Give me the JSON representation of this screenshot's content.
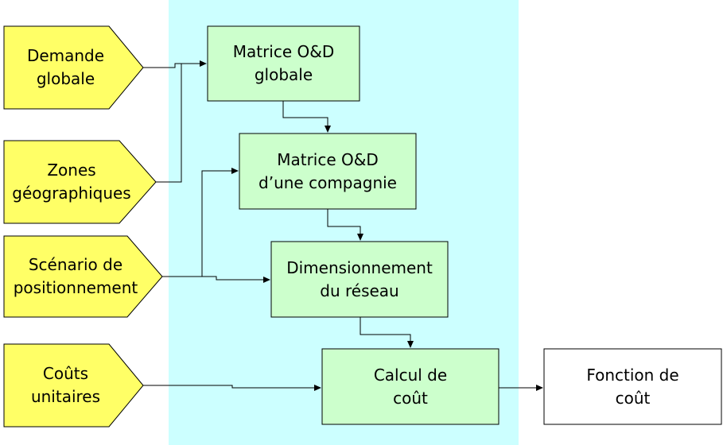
{
  "colors": {
    "band": "#ccffff",
    "input_fill": "#ffff66",
    "process_fill": "#ccffcc",
    "output_fill": "#ffffff",
    "stroke": "#000000"
  },
  "inputs": {
    "demande": {
      "line1": "Demande",
      "line2": "globale"
    },
    "zones": {
      "line1": "Zones",
      "line2": "géographiques"
    },
    "scenario": {
      "line1": "Scénario de",
      "line2": "positionnement"
    },
    "couts": {
      "line1": "Coûts",
      "line2": "unitaires"
    }
  },
  "processes": {
    "matrice_globale": {
      "line1": "Matrice O&D",
      "line2": "globale"
    },
    "matrice_compagnie": {
      "line1": "Matrice O&D",
      "line2": "d’une compagnie"
    },
    "dimensionnement": {
      "line1": "Dimensionnement",
      "line2": "du réseau"
    },
    "calcul": {
      "line1": "Calcul de",
      "line2": "coût"
    }
  },
  "output": {
    "line1": "Fonction de",
    "line2": "coût"
  }
}
